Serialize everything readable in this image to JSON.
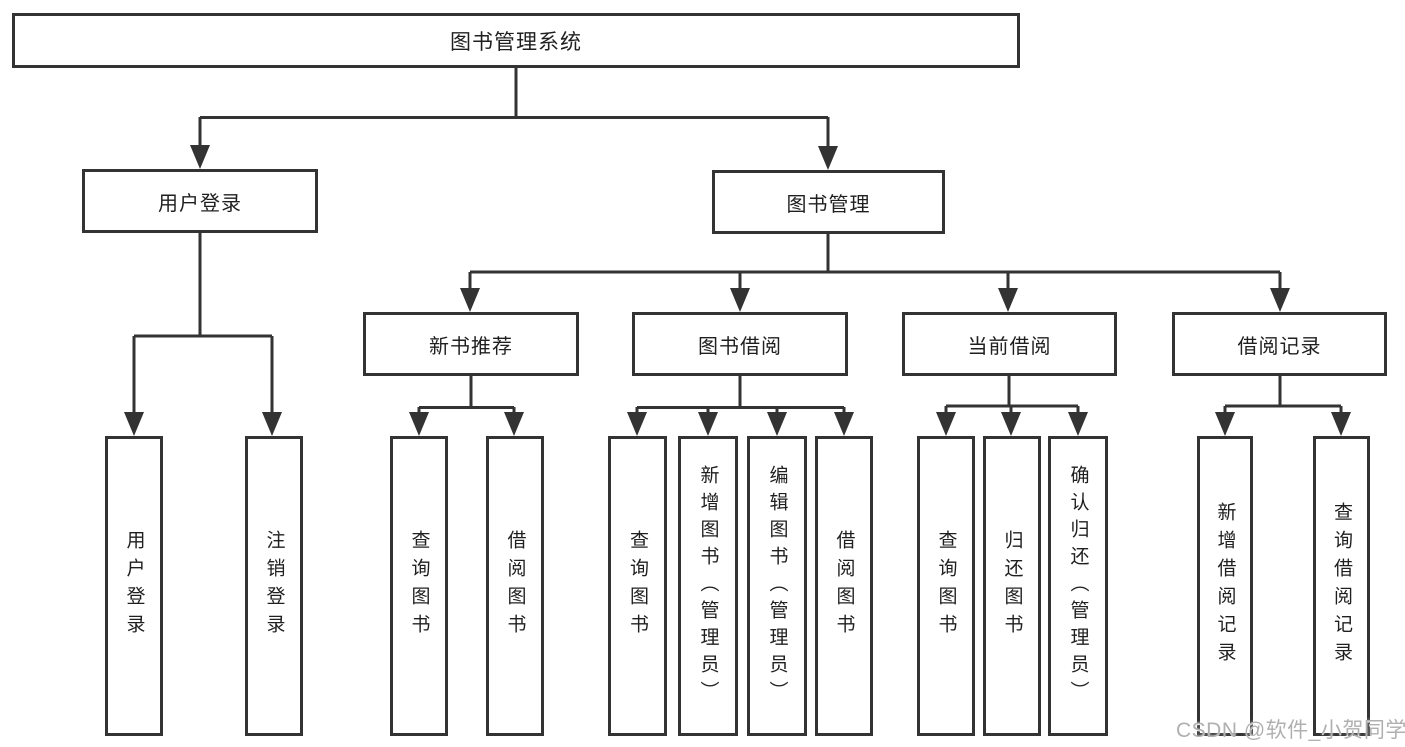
{
  "diagram": {
    "title": "图书管理系统",
    "branches": [
      {
        "label": "用户登录",
        "children": [
          "用户登录",
          "注销登录"
        ]
      },
      {
        "label": "图书管理",
        "sections": [
          {
            "label": "新书推荐",
            "children": [
              "查询图书",
              "借阅图书"
            ]
          },
          {
            "label": "图书借阅",
            "children": [
              "查询图书",
              "新增图书（管理员）",
              "编辑图书（管理员）",
              "借阅图书"
            ]
          },
          {
            "label": "当前借阅",
            "children": [
              "查询图书",
              "归还图书",
              "确认归还（管理员）"
            ]
          },
          {
            "label": "借阅记录",
            "children": [
              "新增借阅记录",
              "查询借阅记录"
            ]
          }
        ]
      }
    ],
    "watermark": "CSDN @软件_小贺同学",
    "colors": {
      "line": "#333333",
      "box_border": "#333333",
      "box_bg": "#ffffff",
      "text": "#1f1f1f",
      "watermark": "#b0b0b0"
    }
  }
}
